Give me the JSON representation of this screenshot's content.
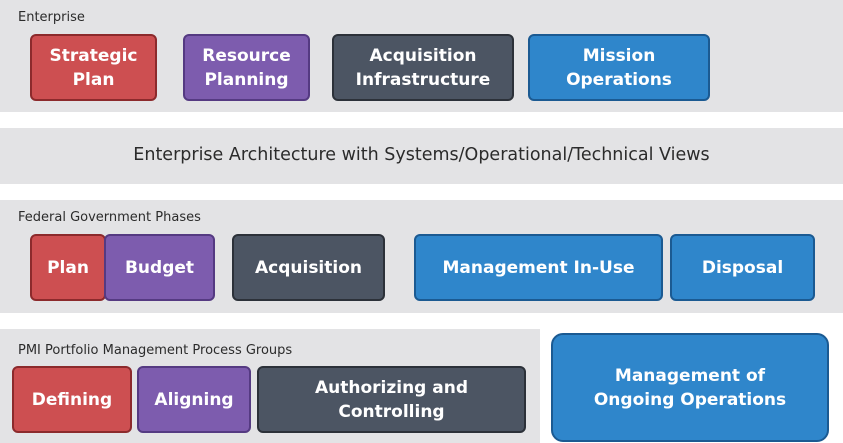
{
  "enterprise": {
    "label": "Enterprise",
    "boxes": [
      "Strategic\nPlan",
      "Resource\nPlanning",
      "Acquisition\nInfrastructure",
      "Mission\nOperations"
    ]
  },
  "architecture": {
    "label": "Enterprise Architecture with Systems/Operational/Technical Views"
  },
  "federal": {
    "label": "Federal Government Phases",
    "boxes": [
      "Plan",
      "Budget",
      "Acquisition",
      "Management In-Use",
      "Disposal"
    ]
  },
  "pmi": {
    "label": "PMI Portfolio Management Process Groups",
    "boxes": [
      "Defining",
      "Aligning",
      "Authorizing and\nControlling"
    ]
  },
  "operations": {
    "label": "Management of\nOngoing Operations"
  },
  "colors": {
    "red": "#cd4f51",
    "purple": "#7d5cae",
    "slate": "#4c5563",
    "blue": "#2f86cb",
    "band": "#e3e3e5"
  }
}
